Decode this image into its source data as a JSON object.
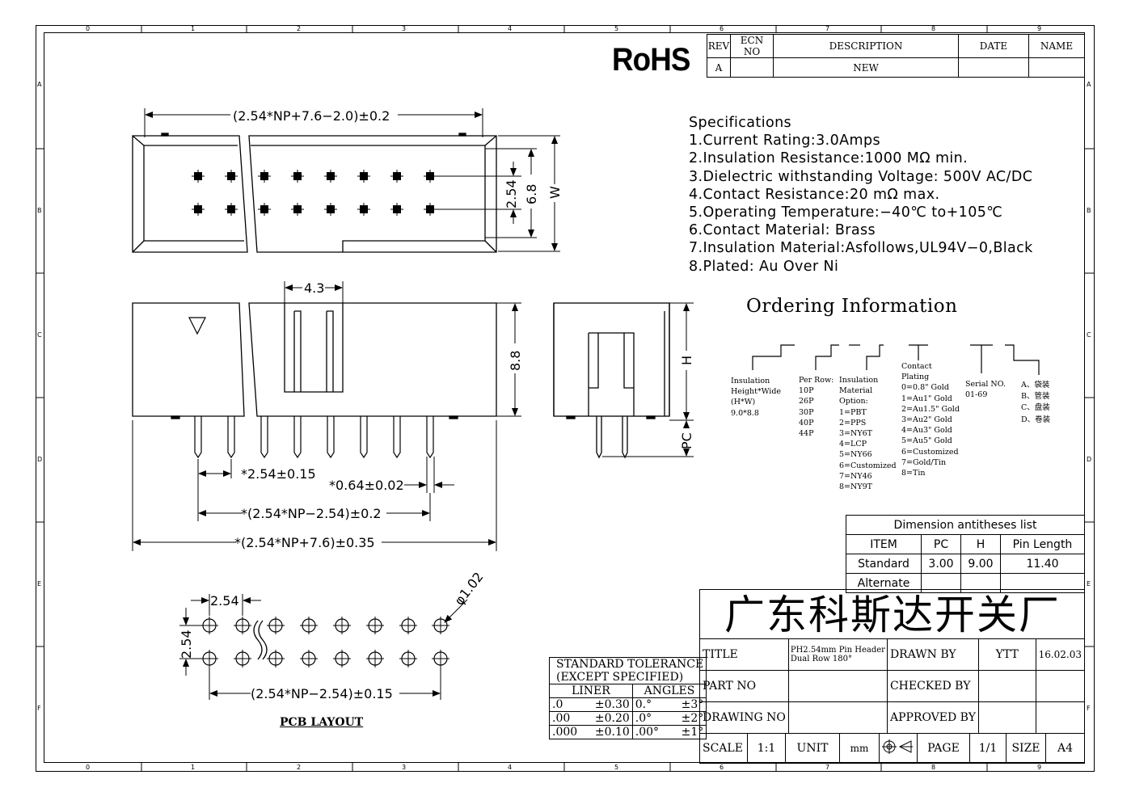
{
  "border": {
    "col_numbers": [
      "0",
      "1",
      "2",
      "3",
      "4",
      "5",
      "6",
      "7",
      "8",
      "9"
    ],
    "row_letters": [
      "A",
      "B",
      "C",
      "D",
      "E",
      "F"
    ]
  },
  "rohs": "RoHS",
  "revision_table": {
    "headers": [
      "REV",
      "ECN NO",
      "DESCRIPTION",
      "DATE",
      "NAME"
    ],
    "row": [
      "A",
      "",
      "NEW",
      "",
      ""
    ]
  },
  "specifications": {
    "heading": "Specifications",
    "items": [
      "1.Current  Rating:3.0Amps",
      "2.Insulation  Resistance:1000  MΩ  min.",
      "3.Dielectric  withstanding  Voltage:  500V  AC/DC",
      "4.Contact  Resistance:20  mΩ  max.",
      "5.Operating  Temperature:−40℃  to+105℃",
      "6.Contact  Material:  Brass",
      "7.Insulation  Material:Asfollows,UL94V−0,Black",
      "8.Plated:  Au  Over  Ni"
    ]
  },
  "ordering": {
    "title": "Ordering  Information",
    "insulation": [
      "Insulation",
      "Height*Wide",
      "(H*W)",
      "9.0*8.8"
    ],
    "per_row": [
      "Per Row:",
      "10P",
      "26P",
      "30P",
      "40P",
      "44P"
    ],
    "material": [
      "Insulation",
      "Material",
      "Option:",
      "1=PBT",
      "2=PPS",
      "3=NY6T",
      "4=LCP",
      "5=NY66",
      "6=Customized",
      "7=NY46",
      "8=NY9T"
    ],
    "plating": [
      "Contact",
      "Plating",
      "0=0.8\" Gold",
      "1=Au1\" Gold",
      "2=Au1.5\" Gold",
      "3=Au2\" Gold",
      "4=Au3\" Gold",
      "5=Au5\" Gold",
      "6=Customized",
      "7=Gold/Tin",
      "8=Tin"
    ],
    "serial": [
      "Serial NO.",
      "01-69"
    ],
    "packing": [
      "A、袋装",
      "B、管装",
      "C、盘装",
      "D、卷装"
    ]
  },
  "dimension_table": {
    "title": "Dimension antitheses list",
    "headers": [
      "ITEM",
      "PC",
      "H",
      "Pin Length"
    ],
    "rows": [
      [
        "Standard",
        "3.00",
        "9.00",
        "11.40"
      ],
      [
        "Alternate",
        "",
        "",
        ""
      ]
    ]
  },
  "company": "广东科斯达开关厂",
  "title_block": {
    "title_label": "TITLE",
    "title_value_1": "PH2.54mm Pin Header",
    "title_value_2": "Dual Row 180°",
    "drawn_by_label": "DRAWN BY",
    "drawn_by": "YTT",
    "date": "16.02.03",
    "part_no_label": "PART NO",
    "checked_by_label": "CHECKED BY",
    "drawing_no_label": "DRAWING NO",
    "approved_by_label": "APPROVED BY",
    "scale_label": "SCALE",
    "scale": "1:1",
    "unit_label": "UNIT",
    "unit": "mm",
    "page_label": "PAGE",
    "page": "1/1",
    "size_label": "SIZE",
    "size": "A4"
  },
  "tolerance": {
    "title_1": "STANDARD  TOLERANCE",
    "title_2": "(EXCEPT   SPECIFIED)",
    "liner": "LINER",
    "angles": "ANGLES",
    "rows": [
      [
        ".0",
        "±0.30",
        "0.°",
        "±3°"
      ],
      [
        ".00",
        "±0.20",
        ".0°",
        "±2°"
      ],
      [
        ".000",
        "±0.10",
        ".00°",
        "±1°"
      ]
    ]
  },
  "dimensions": {
    "top_width": "(2.54*NP+7.6−2.0)±0.2",
    "pitch_2_54": "2.54",
    "dim_6_8": "6.8",
    "dim_w": "W",
    "dim_4_3": "4.3",
    "dim_8_8": "8.8",
    "dim_h": "H",
    "dim_pc": "PC",
    "pitch_tol": "*2.54±0.15",
    "pin_width": "*0.64±0.02",
    "pin_span": "*(2.54*NP−2.54)±0.2",
    "overall": "*(2.54*NP+7.6)±0.35",
    "pcb_pitch_x": "2.54",
    "pcb_pitch_y": "2.54",
    "hole_dia": "φ1.02",
    "pcb_span": "(2.54*NP−2.54)±0.15",
    "pcb_layout": "PCB LAYOUT"
  }
}
